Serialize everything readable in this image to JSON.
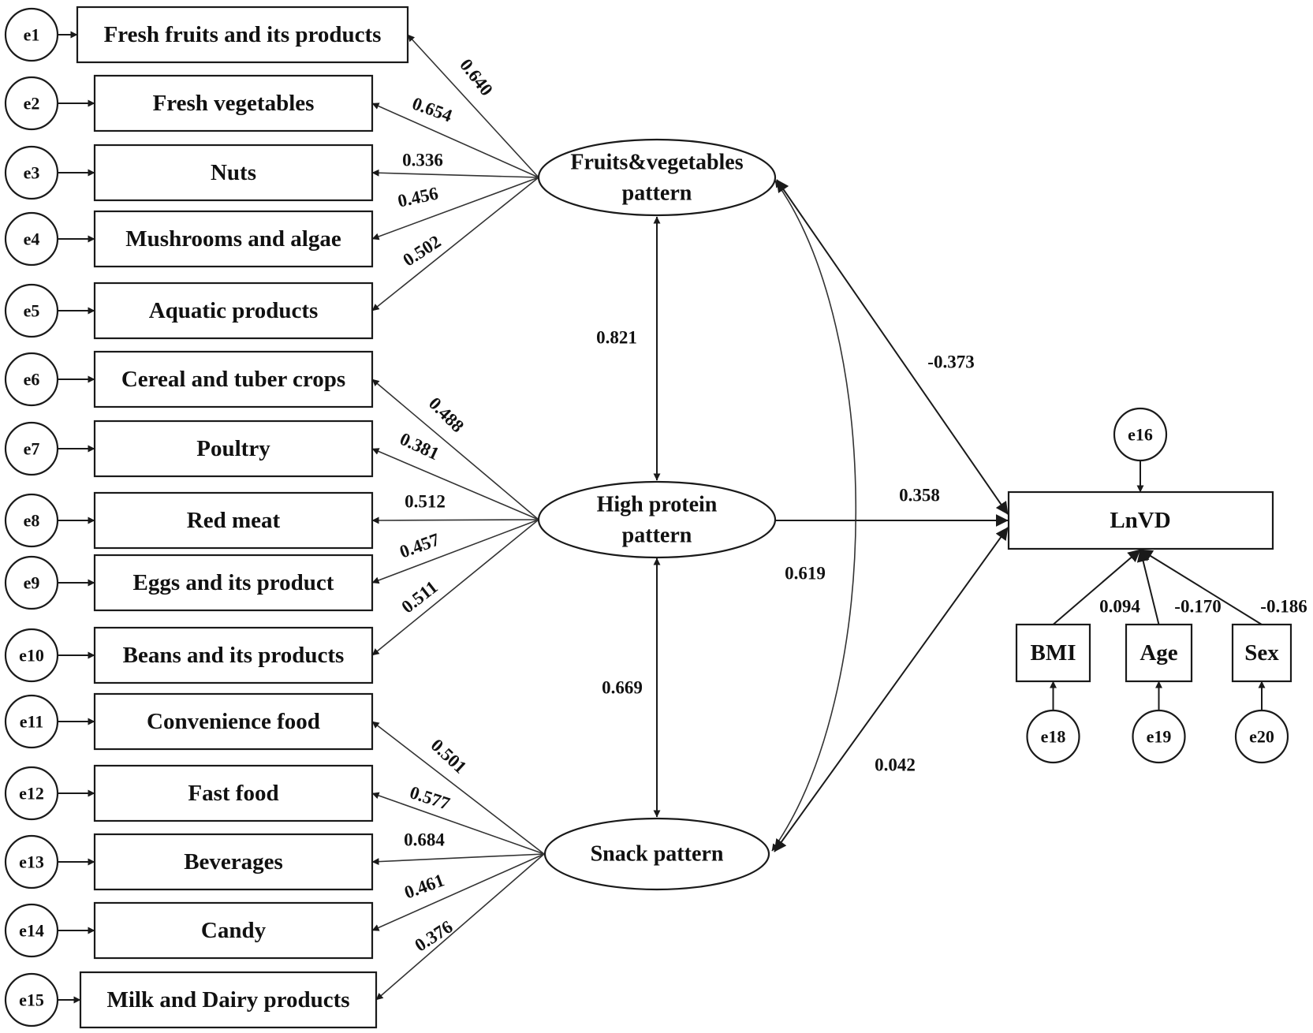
{
  "observed": [
    {
      "id": "fresh-fruits",
      "label": "Fresh fruits and its products",
      "error": "e1",
      "loading": "0.640"
    },
    {
      "id": "fresh-vegetables",
      "label": "Fresh vegetables",
      "error": "e2",
      "loading": "0.654"
    },
    {
      "id": "nuts",
      "label": "Nuts",
      "error": "e3",
      "loading": "0.336"
    },
    {
      "id": "mushrooms",
      "label": "Mushrooms and algae",
      "error": "e4",
      "loading": "0.456"
    },
    {
      "id": "aquatic",
      "label": "Aquatic products",
      "error": "e5",
      "loading": "0.502"
    },
    {
      "id": "cereal",
      "label": "Cereal and tuber crops",
      "error": "e6",
      "loading": "0.488"
    },
    {
      "id": "poultry",
      "label": "Poultry",
      "error": "e7",
      "loading": "0.381"
    },
    {
      "id": "red-meat",
      "label": "Red meat",
      "error": "e8",
      "loading": "0.512"
    },
    {
      "id": "eggs",
      "label": "Eggs and its product",
      "error": "e9",
      "loading": "0.457"
    },
    {
      "id": "beans",
      "label": "Beans and its products",
      "error": "e10",
      "loading": "0.511"
    },
    {
      "id": "convenience",
      "label": "Convenience food",
      "error": "e11",
      "loading": "0.501"
    },
    {
      "id": "fast-food",
      "label": "Fast food",
      "error": "e12",
      "loading": "0.577"
    },
    {
      "id": "beverages",
      "label": "Beverages",
      "error": "e13",
      "loading": "0.684"
    },
    {
      "id": "candy",
      "label": "Candy",
      "error": "e14",
      "loading": "0.461"
    },
    {
      "id": "milk",
      "label": "Milk and Dairy products",
      "error": "e15",
      "loading": "0.376"
    }
  ],
  "latent": [
    {
      "id": "fv",
      "line1": "Fruits&vegetables",
      "line2": "pattern"
    },
    {
      "id": "hp",
      "line1": "High protein",
      "line2": "pattern"
    },
    {
      "id": "snack",
      "line1": "Snack pattern",
      "line2": ""
    }
  ],
  "correlations": {
    "fv_hp": "0.821",
    "hp_snack": "0.669",
    "fv_snack": "0.619"
  },
  "outcome": {
    "label": "LnVD",
    "error": "e16"
  },
  "paths": {
    "fv": "-0.373",
    "hp": "0.358",
    "snack": "0.042"
  },
  "covariates": [
    {
      "id": "bmi",
      "label": "BMI",
      "error": "e18",
      "coef": "0.094"
    },
    {
      "id": "age",
      "label": "Age",
      "error": "e19",
      "coef": "-0.170"
    },
    {
      "id": "sex",
      "label": "Sex",
      "error": "e20",
      "coef": "-0.186"
    }
  ]
}
